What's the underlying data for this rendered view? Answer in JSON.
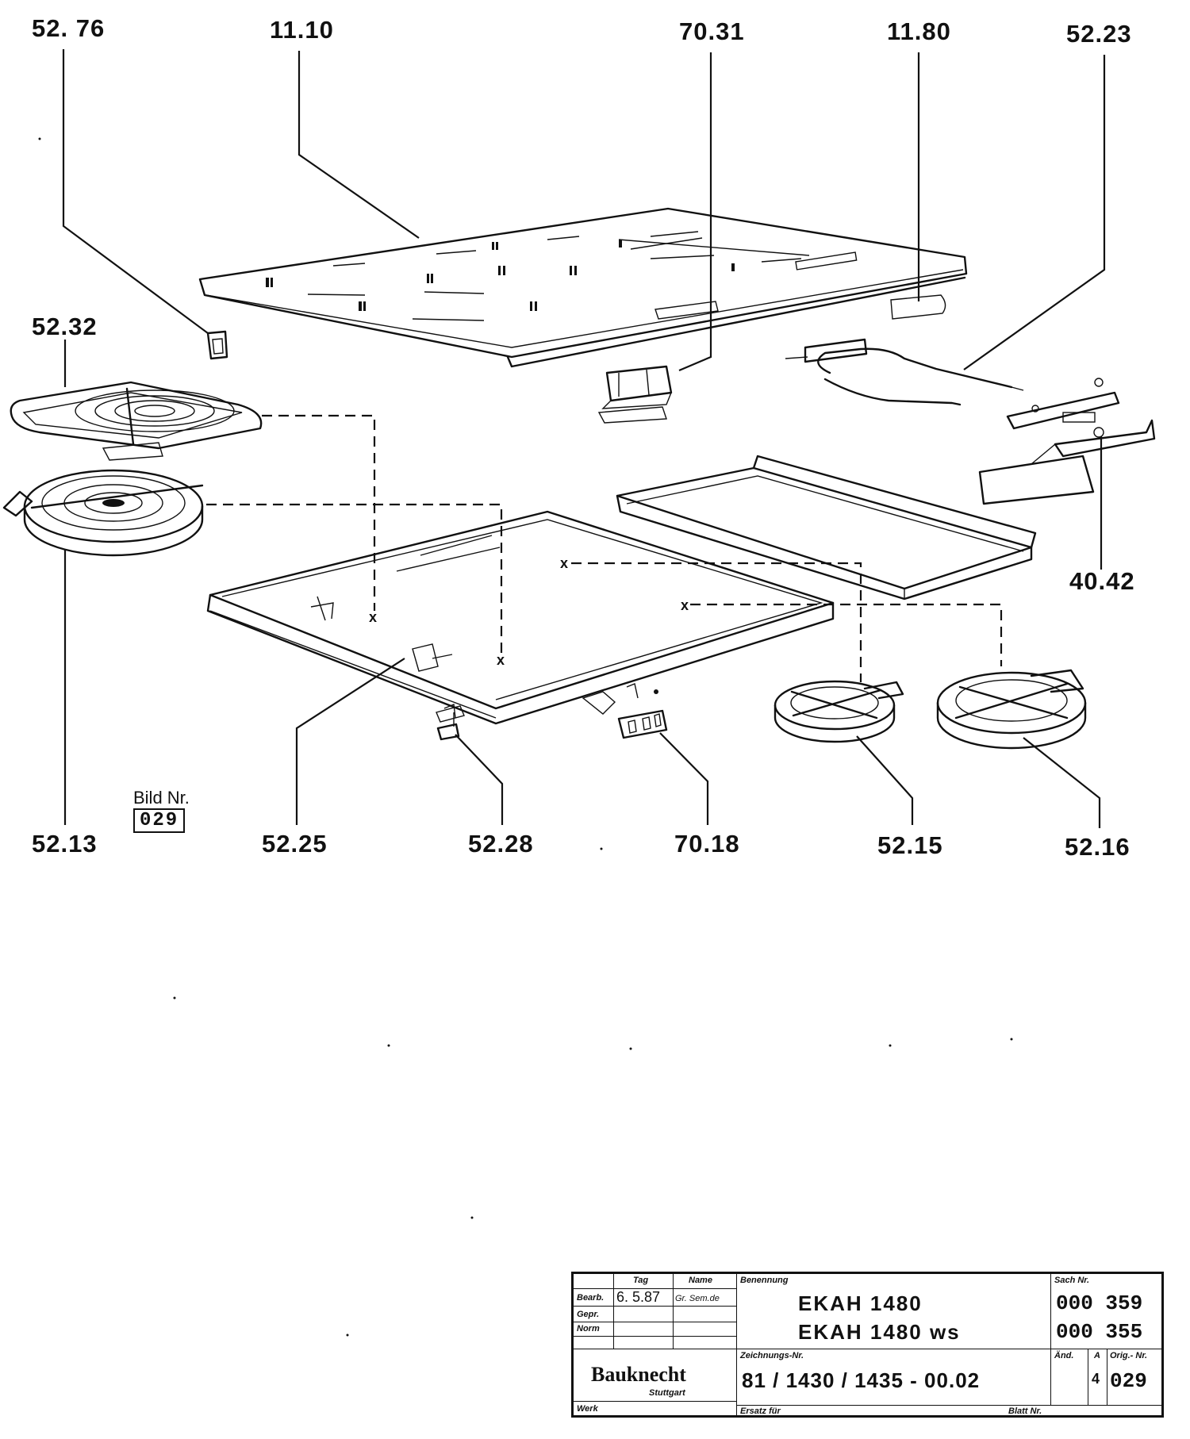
{
  "part_labels": {
    "p5276": "52. 76",
    "p1110": "11.10",
    "p7031": "70.31",
    "p1180": "11.80",
    "p5223": "52.23",
    "p5232": "52.32",
    "p4042": "40.42",
    "p5213": "52.13",
    "p5225": "52.25",
    "p5228": "52.28",
    "p7018": "70.18",
    "p5215": "52.15",
    "p5216": "52.16"
  },
  "bild_nr": {
    "label": "Bild Nr.",
    "number": "029"
  },
  "title_block": {
    "col_tag": "Tag",
    "col_name": "Name",
    "row_bearb": "Bearb.",
    "row_gepr": "Gepr.",
    "row_norm": "Norm",
    "bearb_date": "6. 5.87",
    "bearb_name": "Gr. Sem.de",
    "benennung_label": "Benennung",
    "model_1": "EKAH  1480",
    "model_2": "EKAH  1480 ws",
    "sach_label": "Sach Nr.",
    "sach_1": "000 359",
    "sach_2": "000 355",
    "brand": "Bauknecht",
    "brand_city": "Stuttgart",
    "werk_label": "Werk",
    "zeich_label": "Zeichnungs-Nr.",
    "drawing_no": "81 / 1430 / 1435 - 00.02",
    "aend_label": "Änd.",
    "aend_value": "4",
    "a_label": "A",
    "orig_label": "Orig.- Nr.",
    "orig_value": "029",
    "ersatz_label": "Ersatz für",
    "blatt_label": "Blatt Nr."
  }
}
